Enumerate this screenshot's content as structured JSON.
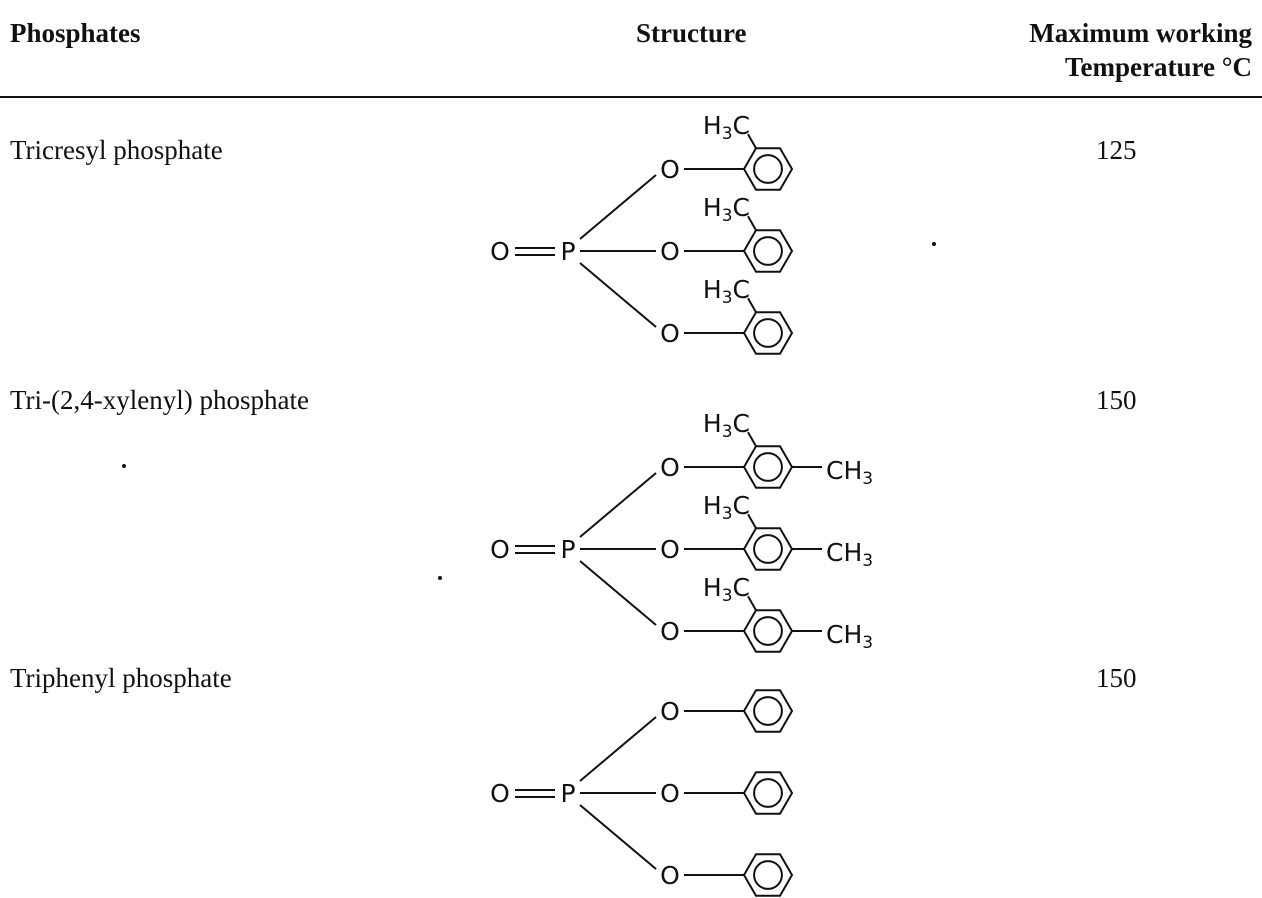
{
  "table": {
    "headers": {
      "phosphates": "Phosphates",
      "structure": "Structure",
      "temp_line1": "Maximum working",
      "temp_line2": "Temperature °C"
    },
    "rows": [
      {
        "name": "Tricresyl phosphate",
        "temperature": "125",
        "structure": {
          "oxo": "O",
          "phosphorus": "P",
          "ester_oxygen": "O",
          "ortho_group": "H3C",
          "para_group": ""
        }
      },
      {
        "name": "Tri-(2,4-xylenyl) phosphate",
        "temperature": "150",
        "structure": {
          "oxo": "O",
          "phosphorus": "P",
          "ester_oxygen": "O",
          "ortho_group": "H3C",
          "para_group": "CH3"
        }
      },
      {
        "name": "Triphenyl phosphate",
        "temperature": "150",
        "structure": {
          "oxo": "O",
          "phosphorus": "P",
          "ester_oxygen": "O",
          "ortho_group": "",
          "para_group": ""
        }
      }
    ]
  }
}
